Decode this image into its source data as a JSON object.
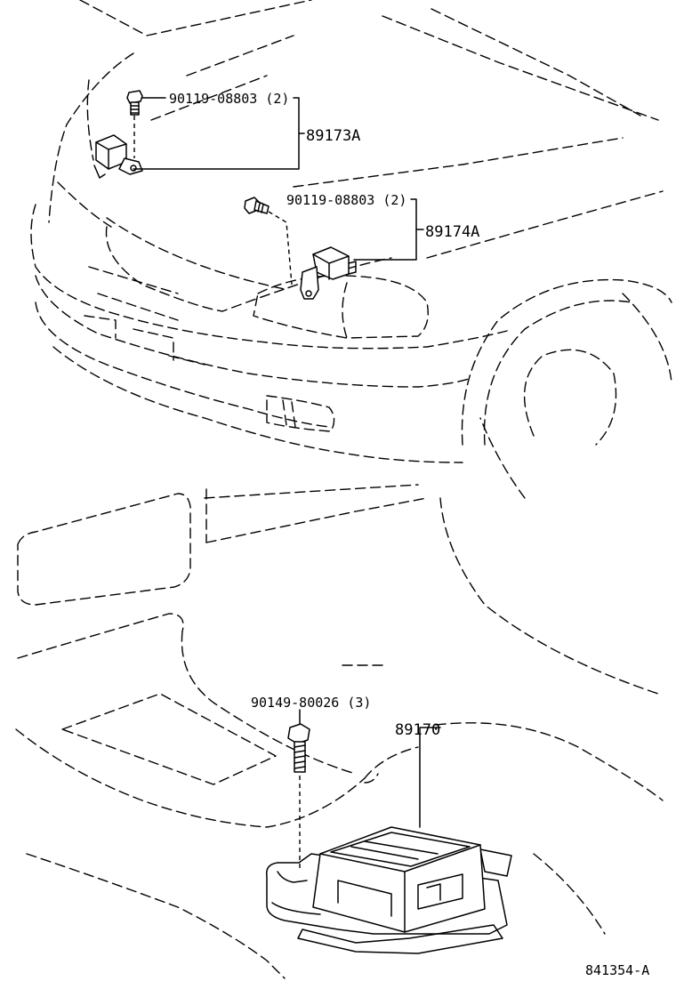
{
  "diagram": {
    "callouts": {
      "bolt_upper_1": "90119-08803 (2)",
      "sensor_left": "89173A",
      "bolt_upper_2": "90119-08803 (2)",
      "sensor_right": "89174A",
      "bolt_lower": "90149-80026 (3)",
      "ecu": "89170"
    },
    "figure_code": "841354-A"
  }
}
